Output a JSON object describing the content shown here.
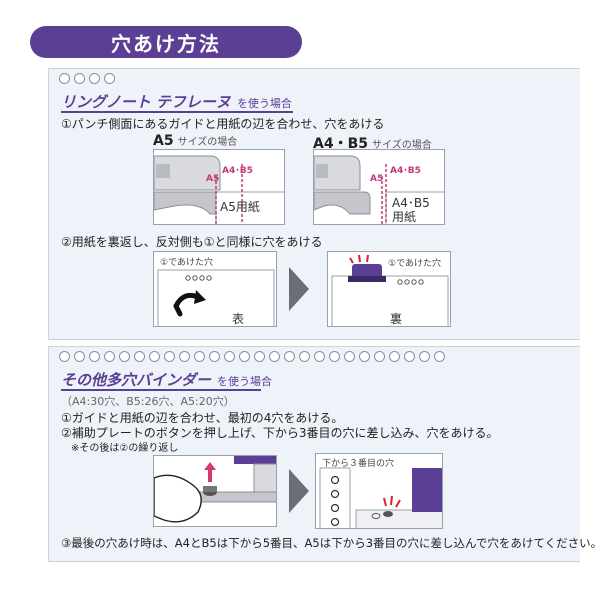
{
  "header": {
    "title": "穴あけ方法"
  },
  "section1": {
    "ring_count": 4,
    "title": "リングノート テフレーヌ",
    "subtitle": "を使う場合",
    "step1": "①パンチ側面にあるガイドと用紙の辺を合わせ、穴をあける",
    "a5": {
      "label": "A5",
      "label_suffix": "サイズの場合",
      "guide_a5": "A5",
      "guide_a4b5": "A4･B5",
      "paper": "A5用紙"
    },
    "a4b5": {
      "label": "A4・B5",
      "label_suffix": "サイズの場合",
      "guide_a5": "A5",
      "guide_a4b5": "A4･B5",
      "paper_line1": "A4･B5",
      "paper_line2": "用紙"
    },
    "step2": "②用紙を裏返し、反対側も①と同様に穴をあける",
    "front": {
      "note": "①であけた穴",
      "side": "表"
    },
    "back": {
      "note": "①であけた穴",
      "side": "裏"
    }
  },
  "section2": {
    "ring_count": 26,
    "title": "その他多穴バインダー",
    "subtitle": "を使う場合",
    "holes_note": "（A4:30穴、B5:26穴、A5:20穴）",
    "step1": "①ガイドと用紙の辺を合わせ、最初の4穴をあける。",
    "step2": "②補助プレートのボタンを押し上げ、下から3番目の穴に差し込み、穴をあける。",
    "step2_note": "※その後は②の繰り返し",
    "illus_label": "下から３番目の穴",
    "step3": "③最後の穴あけ時は、A4とB5は下から5番目、A5は下から3番目の穴に差し込んで穴をあけてください。"
  },
  "colors": {
    "accent": "#5b3f94",
    "panel": "#eef2f9",
    "guide": "#c0397b",
    "arrow": "#6a6e78"
  }
}
